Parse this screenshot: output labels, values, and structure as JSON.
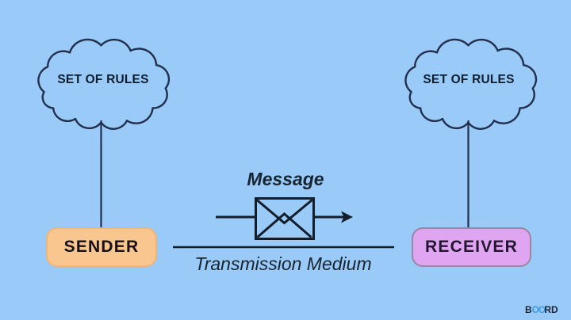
{
  "canvas": {
    "background_color": "#99CAF8",
    "cloud_outline_color": "#22304D",
    "ink_color": "#141E2B"
  },
  "protocol_cloud_sender": {
    "label": "SET OF RULES"
  },
  "protocol_cloud_receiver": {
    "label": "SET OF RULES"
  },
  "sender_box": {
    "label": "SENDER",
    "fill_color": "#F9C68F"
  },
  "receiver_box": {
    "label": "RECEIVER",
    "fill_color": "#E0A5F1"
  },
  "message_flow": {
    "label": "Message"
  },
  "transmission_medium": {
    "label": "Transmission Medium"
  },
  "brand_logo": {
    "name": "BOORD",
    "part_b": "B",
    "part_oo": "OO",
    "part_rd": "RD",
    "accent_color": "#3E9CEA"
  }
}
